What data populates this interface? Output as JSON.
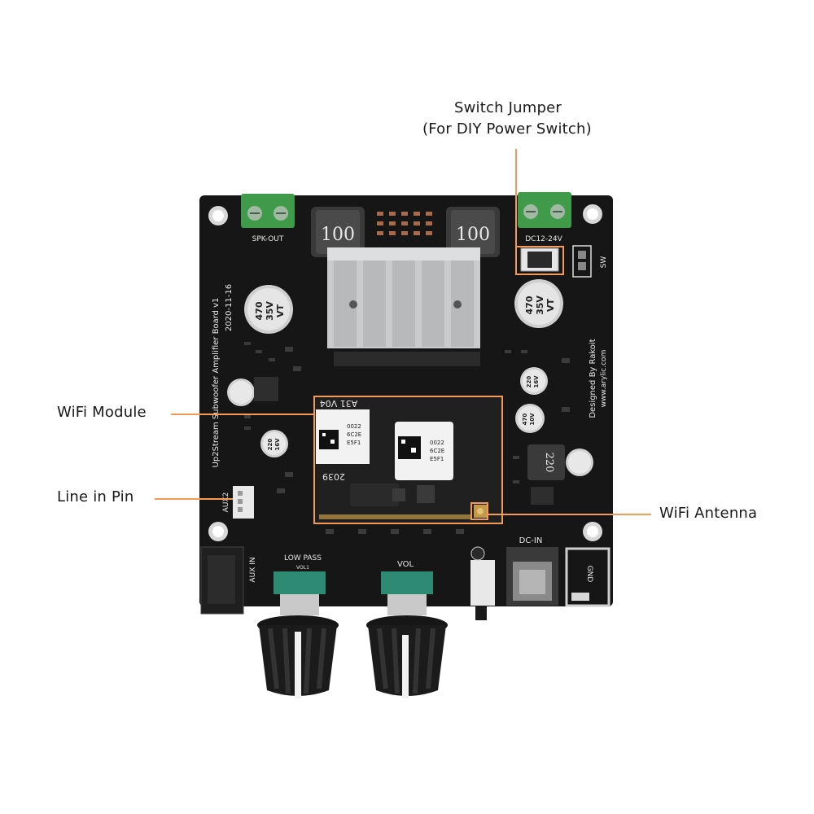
{
  "callouts": {
    "switch_jumper_line1": "Switch Jumper",
    "switch_jumper_line2": "(For DIY Power Switch)",
    "wifi_module": "WiFi Module",
    "line_in_pin": "Line in Pin",
    "wifi_antenna": "WiFi Antenna"
  },
  "silkscreen": {
    "spk_out": "SPK-OUT",
    "dc_power": "DC12-24V",
    "sw": "SW",
    "board_name": "Up2Stream Subwoofer Amplifier Board v1",
    "board_date": "2020-11-16",
    "designer": "Designed By Rakoit",
    "website": "www.arylic.com",
    "aux2": "AUX2",
    "aux_in": "AUX IN",
    "low_pass": "LOW PASS",
    "vol1": "VOL1",
    "vol": "VOL",
    "dc_in": "DC-IN",
    "gnd": "GND",
    "module_version": "A31 V04",
    "module_code": "2039",
    "qr_line1": "0022",
    "qr_line2": "6C2E",
    "qr_line3": "E5F1"
  },
  "components": {
    "inductor_left": "100",
    "inductor_right": "100",
    "cap_large_value": "470",
    "cap_large_voltage": "35V",
    "cap_large_series": "VT",
    "cap_small_220": "220",
    "cap_small_16v": "16V",
    "cap_470_10v_value": "470",
    "cap_470_10v_voltage": "10V",
    "inductor_220": "220"
  },
  "colors": {
    "accent": "#f39a55",
    "pcb": "#161616",
    "terminal": "#3f9a4a",
    "heatsink": "#c9cbcd"
  }
}
